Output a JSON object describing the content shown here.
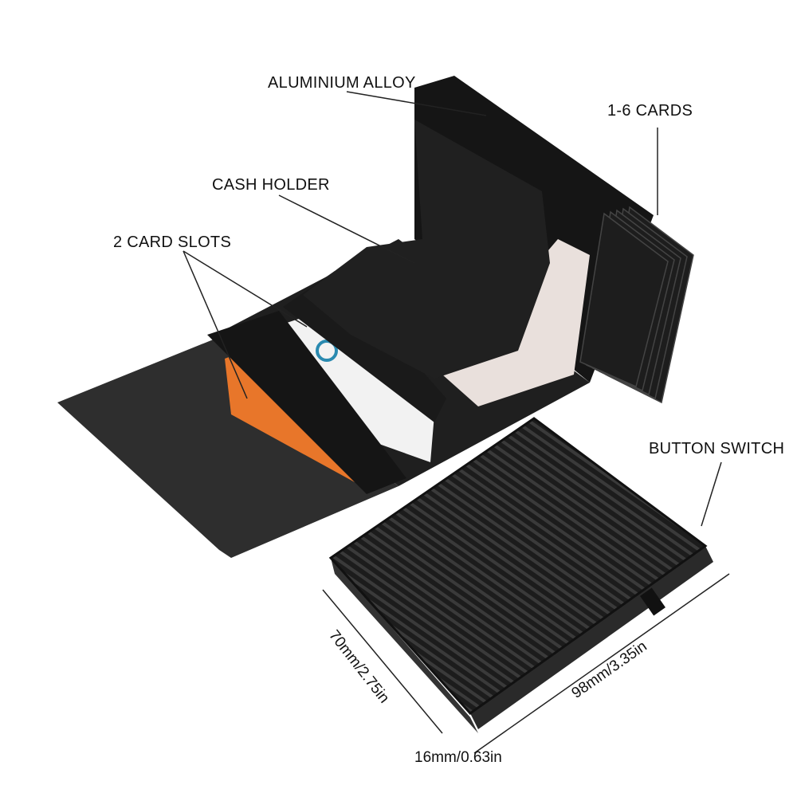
{
  "labels": {
    "aluminium_alloy": "ALUMINIUM ALLOY",
    "cards": "1-6 CARDS",
    "cash_holder": "CASH HOLDER",
    "card_slots": "2 CARD SLOTS",
    "button_switch": "BUTTON SWITCH"
  },
  "dimensions": {
    "width": "70mm/2.75in",
    "length": "98mm/3.35in",
    "thickness": "16mm/0.63in"
  },
  "colors": {
    "leather": "#2b2b2b",
    "metal": "#1a1a1a",
    "card_accent": "#e8762a",
    "banknote": "#e9e0dc"
  }
}
